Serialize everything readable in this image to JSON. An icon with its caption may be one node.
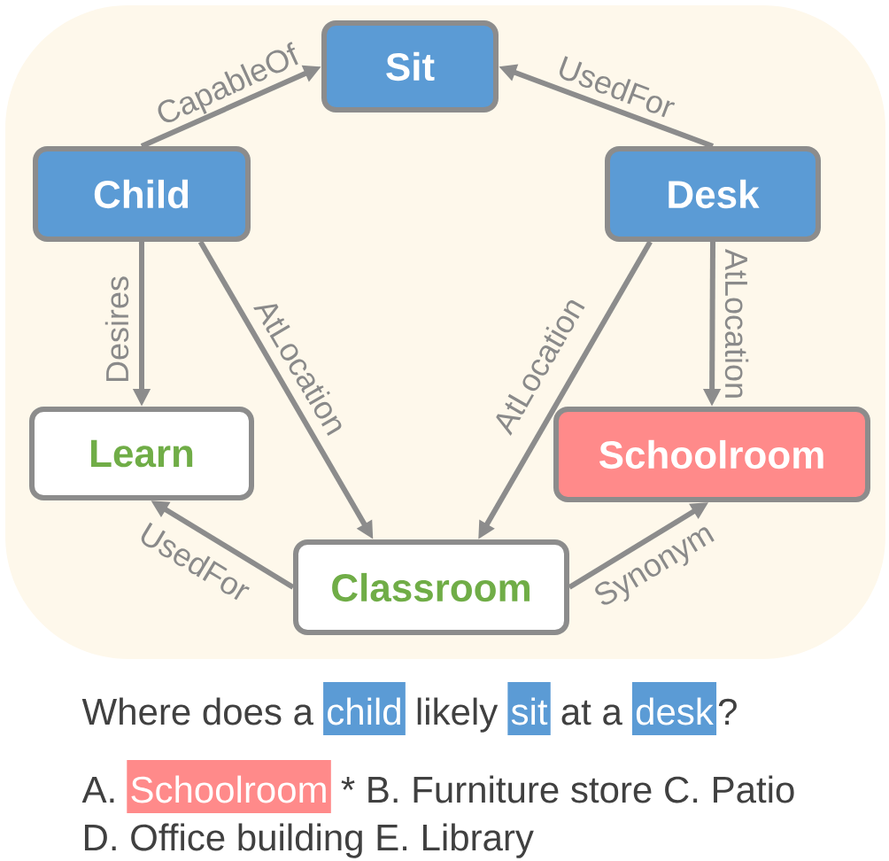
{
  "diagram": {
    "nodes": [
      {
        "text": [
          "Sit"
        ]
      },
      {
        "text": [
          "Child"
        ]
      },
      {
        "text": [
          "Desk"
        ]
      },
      {
        "text": [
          "Learn"
        ]
      },
      {
        "text": [
          "Schoolroom"
        ]
      },
      {
        "text": [
          "Classroom"
        ]
      }
    ],
    "edges": [
      {
        "from": 1,
        "to": 0,
        "arrow": "to",
        "label": "CapableOf"
      },
      {
        "from": 2,
        "to": 0,
        "arrow": "to",
        "label": "UsedFor"
      },
      {
        "from": 1,
        "to": 3,
        "arrow": "to",
        "label": "Desires"
      },
      {
        "from": 1,
        "to": 5,
        "arrow": "to",
        "label": "AtLocation"
      },
      {
        "from": 2,
        "to": 4,
        "arrow": "to",
        "label": "AtLocation"
      },
      {
        "from": 2,
        "to": 5,
        "arrow": "to",
        "label": "AtLocation"
      },
      {
        "from": 5,
        "to": 3,
        "arrow": "to",
        "label": "UsedFor"
      },
      {
        "from": 5,
        "to": 4,
        "arrow": "to",
        "label": "Synonym"
      }
    ],
    "labels": [
      "Where does a",
      "child",
      "likely",
      "sit",
      "at a",
      "desk",
      "?",
      "A.",
      "Schoolroom",
      "* B. Furniture store C. Patio",
      "D. Office building E. Library"
    ]
  }
}
